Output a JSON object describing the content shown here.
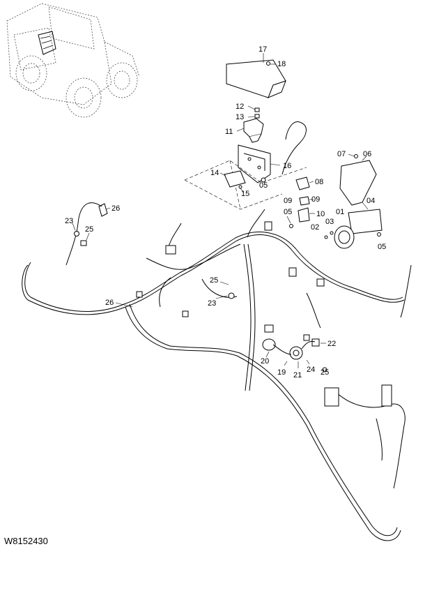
{
  "drawing_code": "W8152430",
  "callouts": {
    "c17": "17",
    "c18": "18",
    "c12": "12",
    "c13": "13",
    "c11": "11",
    "c16": "16",
    "c14": "14",
    "c05a": "05",
    "c15": "15",
    "c07": "07",
    "c06": "06",
    "c08": "08",
    "c09a": "09",
    "c09b": "09",
    "c05b": "05",
    "c10": "10",
    "c01": "01",
    "c04": "04",
    "c03": "03",
    "c02": "02",
    "c05c": "05",
    "c26a": "26",
    "c23a": "23",
    "c25a": "25",
    "c25b": "25",
    "c23b": "23",
    "c26b": "26",
    "c22": "22",
    "c20": "20",
    "c19": "19",
    "c21": "21",
    "c24": "24",
    "c25c": "25"
  },
  "icons": [
    "machine-overview-icon",
    "wiring-harness-icon",
    "relay-icon",
    "bracket-icon",
    "buzzer-icon",
    "cover-icon"
  ]
}
